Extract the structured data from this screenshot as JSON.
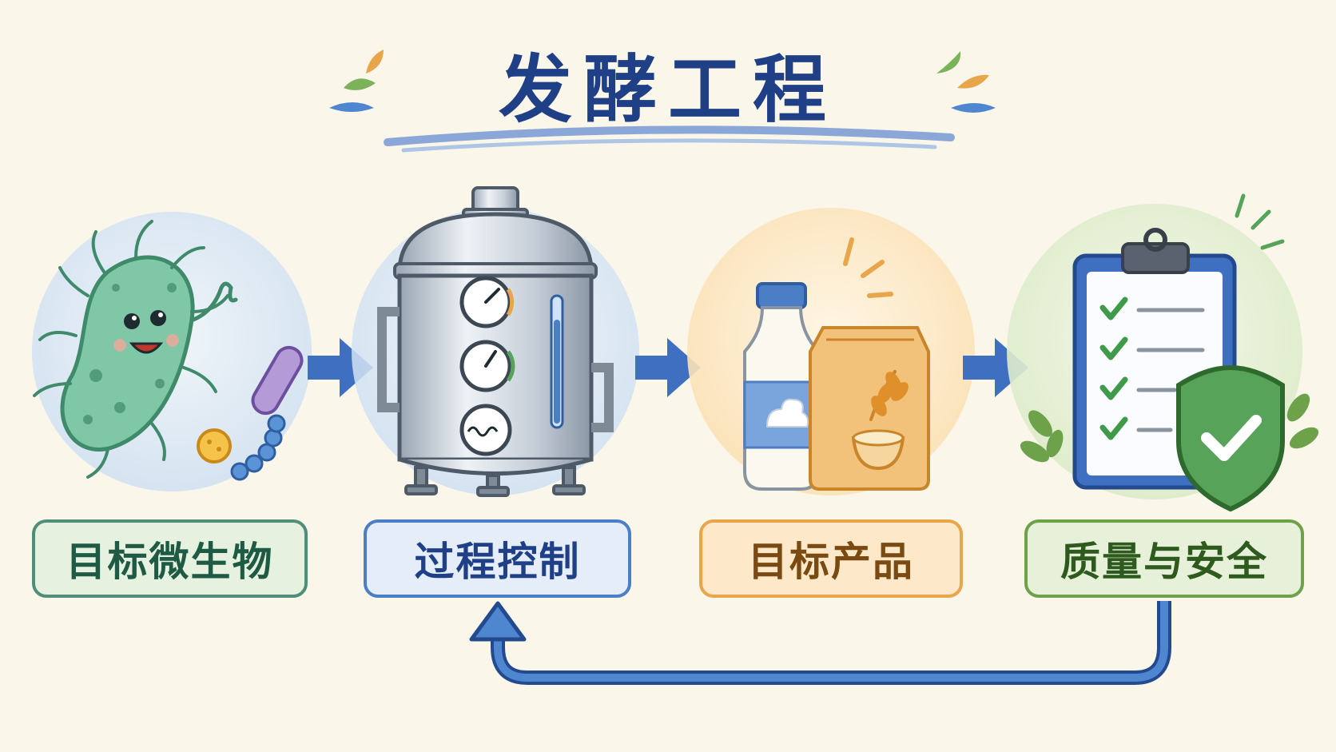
{
  "title": "发酵工程",
  "stages": [
    {
      "label": "目标微生物"
    },
    {
      "label": "过程控制"
    },
    {
      "label": "目标产品"
    },
    {
      "label": "质量与安全"
    }
  ],
  "colors": {
    "title": "#1f3f86",
    "arrow": "#3f6fc0",
    "stage1": "#4f8f7a",
    "stage2": "#4b7ec4",
    "stage3": "#e9a54a",
    "stage4": "#6da14a"
  }
}
